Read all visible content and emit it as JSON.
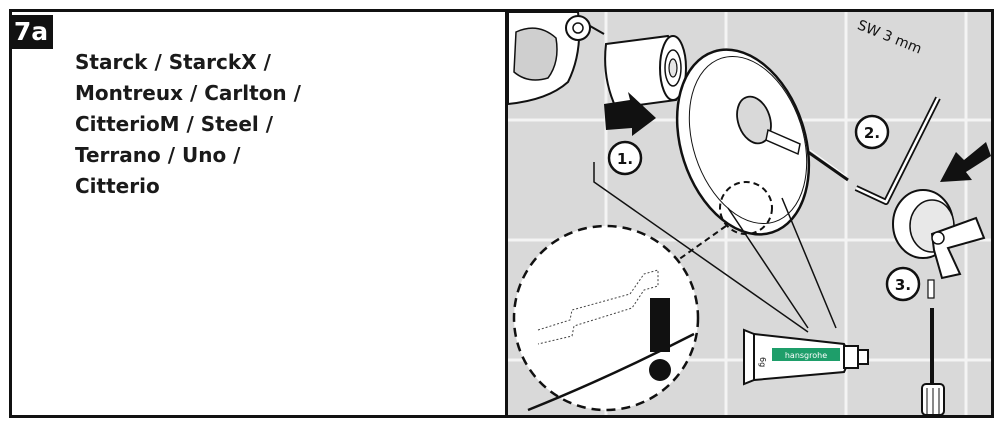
{
  "step": {
    "label": "7a"
  },
  "models": [
    "Starck / StarckX /",
    "Montreux / Carlton /",
    "CitterioM / Steel /",
    "Terrano / Uno /",
    "Citterio"
  ],
  "illustration": {
    "tool_label": "SW 3 mm",
    "step_markers": [
      "1.",
      "2.",
      "3."
    ],
    "grease_tube": {
      "brand": "hansgrohe",
      "amount": "6g",
      "brand_color": "#1e9e6a"
    },
    "icons": [
      "arrow-icon",
      "hex-key-icon",
      "screwdriver-icon",
      "magnifier-icon",
      "warning-mark-icon"
    ]
  }
}
